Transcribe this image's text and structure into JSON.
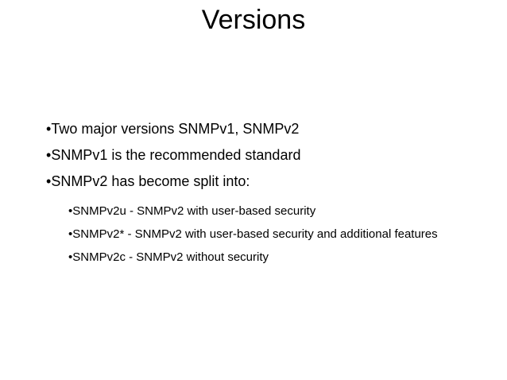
{
  "slide": {
    "title": "Versions",
    "bullet_char": "•",
    "bullets_main": [
      {
        "text": "Two major versions SNMPv1, SNMPv2"
      },
      {
        "text": "SNMPv1 is the recommended standard"
      },
      {
        "text": "SNMPv2 has become split into:"
      }
    ],
    "bullets_sub": [
      {
        "text": "SNMPv2u - SNMPv2 with user-based security"
      },
      {
        "text": "SNMPv2* - SNMPv2 with user-based security and additional features"
      },
      {
        "text": "SNMPv2c - SNMPv2 without security"
      }
    ]
  }
}
